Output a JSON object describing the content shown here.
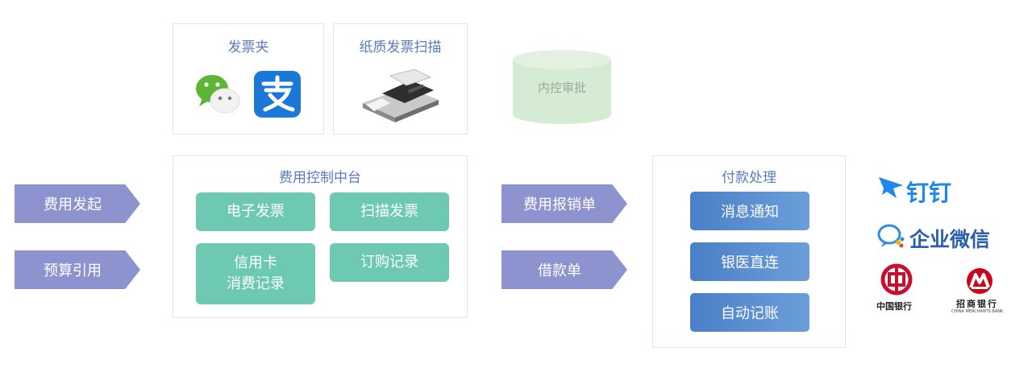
{
  "invoice_folder": {
    "title": "发票夹"
  },
  "paper_scan": {
    "title": "纸质发票扫描"
  },
  "internal_approval": {
    "label": "内控审批"
  },
  "inputs": [
    {
      "label": "费用发起"
    },
    {
      "label": "预算引用"
    }
  ],
  "expense_center": {
    "title": "费用控制中台",
    "items": [
      {
        "label": "电子发票"
      },
      {
        "label": "扫描发票"
      },
      {
        "label_line1": "信用卡",
        "label_line2": "消费记录"
      },
      {
        "label": "订购记录"
      }
    ]
  },
  "outputs": [
    {
      "label": "费用报销单"
    },
    {
      "label": "借款单"
    }
  ],
  "payment": {
    "title": "付款处理",
    "items": [
      {
        "label": "消息通知"
      },
      {
        "label": "银医直连"
      },
      {
        "label": "自动记账"
      }
    ]
  },
  "partners": {
    "dingtalk": "钉钉",
    "wework": "企业微信",
    "boc": "中国银行",
    "cmb": "招商银行",
    "cmb_en": "CHINA MERCHANTS BANK"
  },
  "colors": {
    "arrow": "#8d93cf",
    "green": "#6dc9b1",
    "blue": "#4b7fc7",
    "title": "#5a7bc0"
  }
}
